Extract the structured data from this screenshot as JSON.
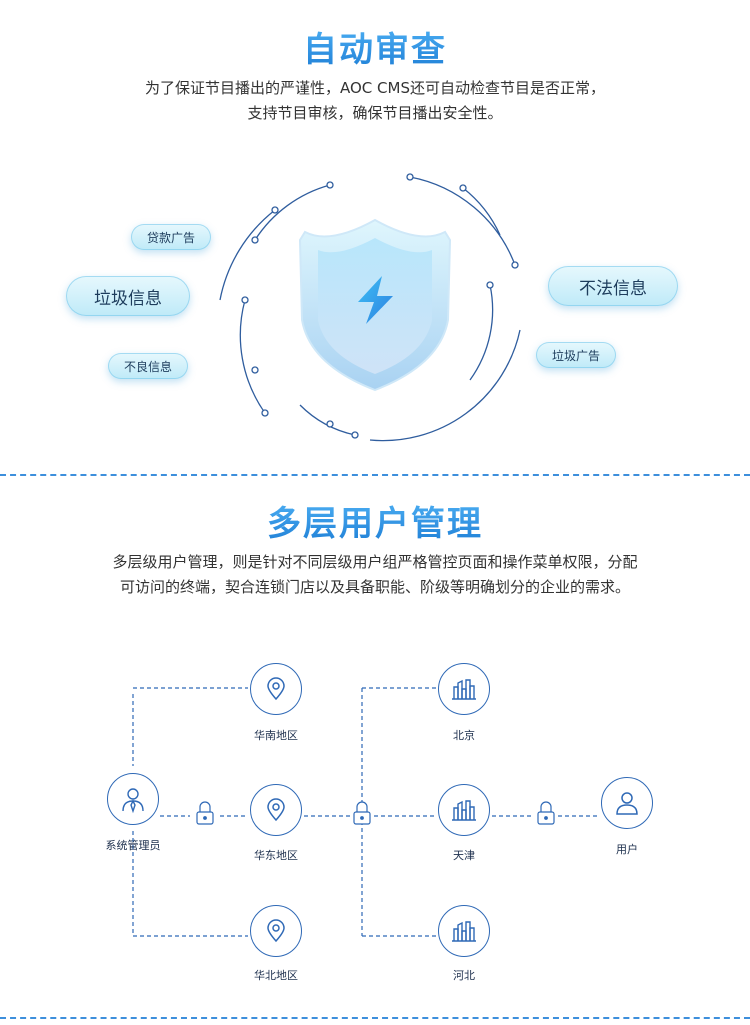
{
  "audit": {
    "title": "自动审查",
    "desc_line1": "为了保证节目播出的严谨性，AOC CMS还可自动检查节目是否正常，",
    "desc_line2": "支持节目审核，确保节目播出安全性。",
    "tags": {
      "loan_ad": "贷款广告",
      "junk_info": "垃圾信息",
      "bad_info": "不良信息",
      "illegal_info": "不法信息",
      "junk_ad": "垃圾广告"
    }
  },
  "users": {
    "title": "多层用户管理",
    "desc_line1": "多层级用户管理，则是针对不同层级用户组严格管控页面和操作菜单权限，分配",
    "desc_line2": "可访问的终端，契合连锁门店以及具备职能、阶级等明确划分的企业的需求。",
    "nodes": {
      "admin": "系统管理员",
      "south": "华南地区",
      "east": "华东地区",
      "north": "华北地区",
      "beijing": "北京",
      "tianjin": "天津",
      "hebei": "河北",
      "user": "用户"
    }
  },
  "colors": {
    "accent": "#2d8fe3",
    "line": "#2f69b6",
    "divider": "#3d8fdc"
  }
}
